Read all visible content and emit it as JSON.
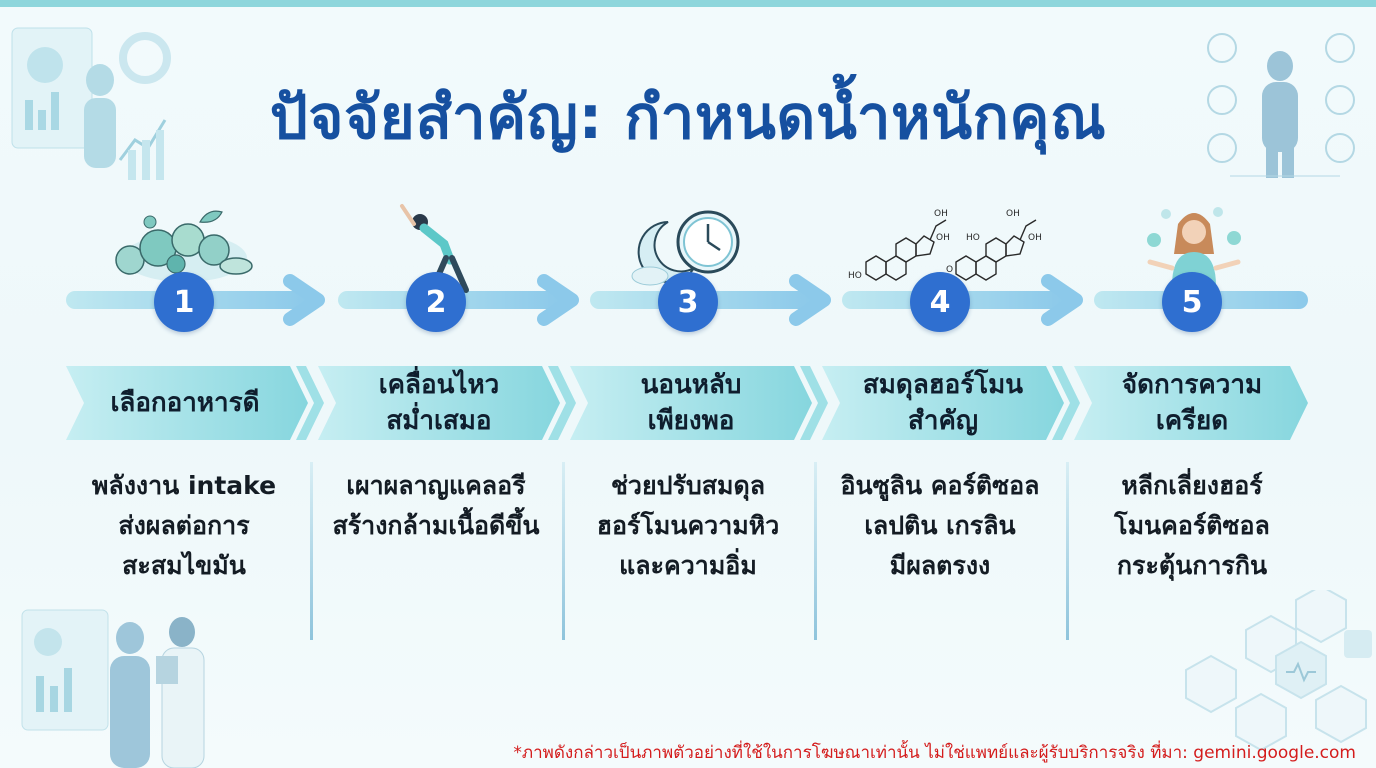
{
  "title": "ปัจจัยสำคัญ: กำหนดน้ำหนักคุณ",
  "steps": [
    {
      "number": "1",
      "heading_line1": "เลือกอาหารดี",
      "heading_line2": "",
      "desc": [
        "พลังงาน intake",
        "ส่งผลต่อการ",
        "สะสมไขมัน"
      ],
      "icon": "vegetables-icon"
    },
    {
      "number": "2",
      "heading_line1": "เคลื่อนไหว",
      "heading_line2": "สม่ำเสมอ",
      "desc": [
        "เผาผลาญแคลอรี",
        "สร้างกล้ามเนื้อดีขึ้น",
        ""
      ],
      "icon": "stretching-person-icon"
    },
    {
      "number": "3",
      "heading_line1": "นอนหลับ",
      "heading_line2": "เพียงพอ",
      "desc": [
        "ช่วยปรับสมดุล",
        "ฮอร์โมนความหิว",
        "และความอิ่ม"
      ],
      "icon": "moon-clock-icon"
    },
    {
      "number": "4",
      "heading_line1": "สมดุลฮอร์โมน",
      "heading_line2": "สำคัญ",
      "desc": [
        "อินซูลิน คอร์ติซอล",
        "เลปติน เกรลิน",
        "มีผลตรงง"
      ],
      "icon": "hormone-molecule-icon"
    },
    {
      "number": "5",
      "heading_line1": "จัดการความ",
      "heading_line2": "เครียด",
      "desc": [
        "หลีกเลี่ยงฮอร์",
        "โมนคอร์ติซอล",
        "กระตุ้นการกิน"
      ],
      "icon": "meditating-woman-icon"
    }
  ],
  "molecule_labels": {
    "oh": "OH",
    "ho": "HO",
    "o": "O"
  },
  "footer": "*ภาพดังกล่าวเป็นภาพตัวอย่างที่ใช้ในการโฆษณาเท่านั้น ไม่ใช่แพทย์และผู้รับบริการจริง ที่มา: gemini.google.com",
  "colors": {
    "title": "#1650a0",
    "number_circle": "#2f6fd0",
    "banner_light": "#bfeaf0",
    "banner_dark": "#7fd0dc",
    "arrow": "#8fd0e6",
    "footer": "#d41c1c",
    "top_bar": "#8ed6dc"
  }
}
